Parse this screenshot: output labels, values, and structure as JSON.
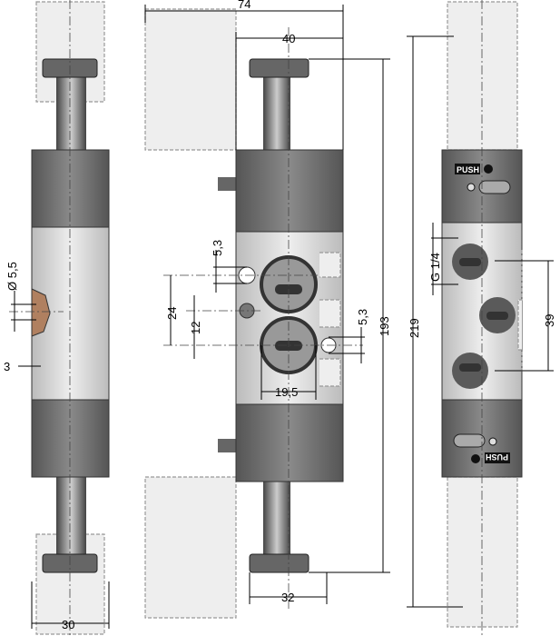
{
  "dimensions": {
    "overall_width": "74",
    "body_width": "40",
    "body_height": "193",
    "overall_height": "219",
    "side_width": "30",
    "port_offset": "3",
    "port_diameter": "Ø 5,5",
    "mount_hole_top": "5,3",
    "mount_hole_right": "5,3",
    "hole_spacing_24": "24",
    "hole_spacing_12": "12",
    "port_spacing": "19,5",
    "knob_width": "32",
    "thread": "G 1/4",
    "port_pitch": "39"
  },
  "labels": {
    "push_top": "PUSH",
    "push_bottom": "PUSH"
  },
  "colors": {
    "dark_body": "#6e6e6e",
    "light_body": "#cfcfcf",
    "port": "#5a5a5a"
  }
}
